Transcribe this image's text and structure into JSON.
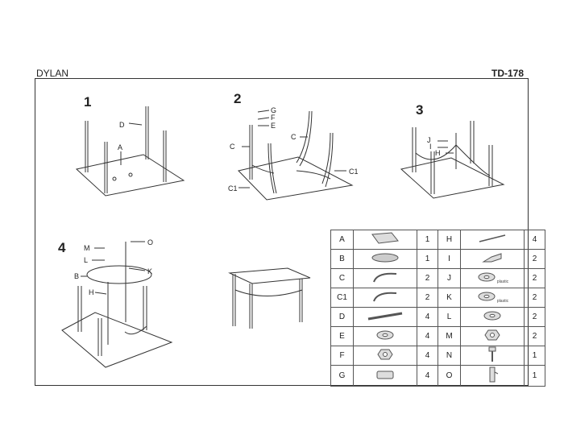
{
  "header": {
    "title": "DYLAN",
    "code": "TD-178"
  },
  "steps": [
    "1",
    "2",
    "3",
    "4"
  ],
  "callouts": {
    "s1": [
      "D",
      "A"
    ],
    "s2": [
      "G",
      "F",
      "E",
      "C",
      "C",
      "C1",
      "C1"
    ],
    "s3": [
      "J",
      "I",
      "H"
    ],
    "s4": [
      "M",
      "O",
      "L",
      "K",
      "B",
      "H"
    ]
  },
  "parts": [
    {
      "letter": "A",
      "qty": "1",
      "icon": "glass-top-icon"
    },
    {
      "letter": "B",
      "qty": "1",
      "icon": "shelf-icon"
    },
    {
      "letter": "C",
      "qty": "2",
      "icon": "curved-leg-icon"
    },
    {
      "letter": "C1",
      "qty": "2",
      "icon": "curved-leg-icon"
    },
    {
      "letter": "D",
      "qty": "4",
      "icon": "leg-tube-icon"
    },
    {
      "letter": "E",
      "qty": "4",
      "icon": "washer-icon"
    },
    {
      "letter": "F",
      "qty": "4",
      "icon": "nut-icon"
    },
    {
      "letter": "G",
      "qty": "4",
      "icon": "foot-cap-icon"
    },
    {
      "letter": "H",
      "qty": "4",
      "icon": "rod-icon"
    },
    {
      "letter": "I",
      "qty": "2",
      "icon": "connector-icon"
    },
    {
      "letter": "J",
      "qty": "2",
      "icon": "washer-icon",
      "note": "plastic"
    },
    {
      "letter": "K",
      "qty": "2",
      "icon": "washer-icon",
      "note": "plastic"
    },
    {
      "letter": "L",
      "qty": "2",
      "icon": "washer-icon"
    },
    {
      "letter": "M",
      "qty": "2",
      "icon": "nut-icon"
    },
    {
      "letter": "N",
      "qty": "1",
      "icon": "bolt-icon"
    },
    {
      "letter": "O",
      "qty": "1",
      "icon": "hex-key-icon"
    }
  ]
}
